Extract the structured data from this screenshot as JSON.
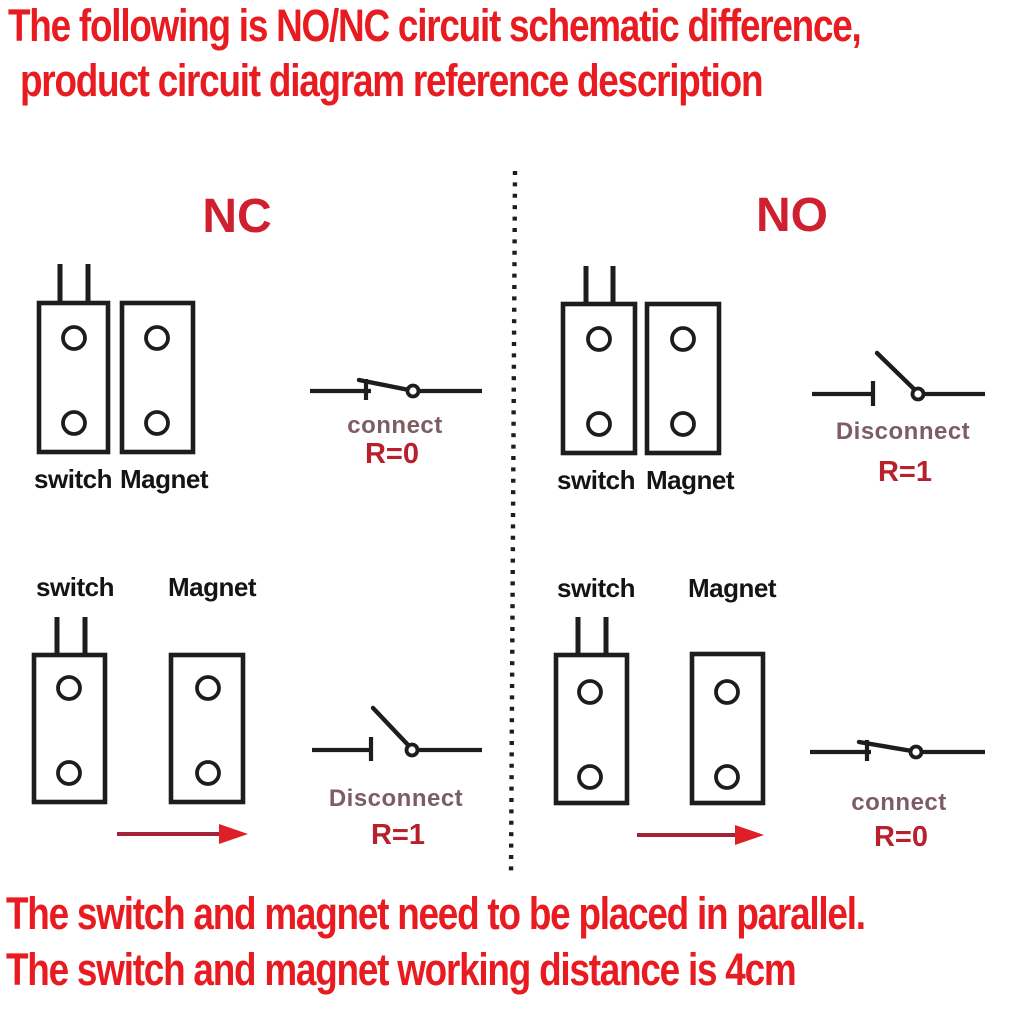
{
  "colors": {
    "title-red": "#e81b21",
    "section-red": "#cf2030",
    "resistance-red": "#b7212e",
    "state-mauve": "#7d5d64",
    "arrow-line": "#a32238",
    "arrow-head": "#df1f27",
    "ink": "#1d1d1d"
  },
  "title": {
    "line1": "The following is NO/NC circuit schematic difference,",
    "line2": "product circuit diagram reference description"
  },
  "footer": {
    "line1": "The switch and magnet need to be placed in parallel.",
    "line2": "The switch and magnet working distance is 4cm"
  },
  "sections": {
    "nc": {
      "label": "NC",
      "together": {
        "switch_label": "switch",
        "magnet_label": "Magnet",
        "state_label": "connect",
        "resistance_label": "R=0"
      },
      "apart": {
        "switch_label": "switch",
        "magnet_label": "Magnet",
        "state_label": "Disconnect",
        "resistance_label": "R=1"
      }
    },
    "no": {
      "label": "NO",
      "together": {
        "switch_label": "switch",
        "magnet_label": "Magnet",
        "state_label": "Disconnect",
        "resistance_label": "R=1"
      },
      "apart": {
        "switch_label": "switch",
        "magnet_label": "Magnet",
        "state_label": "connect",
        "resistance_label": "R=0"
      }
    }
  }
}
